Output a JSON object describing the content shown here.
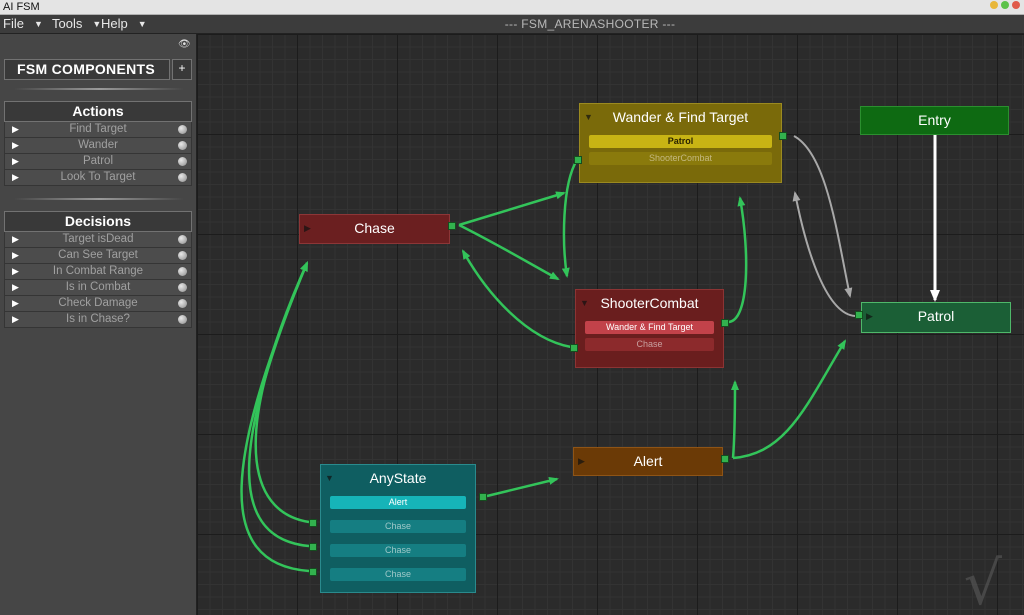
{
  "window": {
    "title": "AI FSM"
  },
  "menus": [
    {
      "label": "File"
    },
    {
      "label": "Tools"
    },
    {
      "label": "Help"
    }
  ],
  "graph_title": "--- FSM_ARENASHOOTER ---",
  "sidebar": {
    "title": "FSM COMPONENTS",
    "add_label": "+",
    "actions_title": "Actions",
    "actions": [
      "Find Target",
      "Wander",
      "Patrol",
      "Look To Target"
    ],
    "decisions_title": "Decisions",
    "decisions": [
      "Target isDead",
      "Can See Target",
      "In Combat Range",
      "Is in Combat",
      "Check Damage",
      "Is in Chase?"
    ]
  },
  "nodes": {
    "wander": {
      "title": "Wander & Find Target",
      "slots": [
        "Patrol",
        "ShooterCombat"
      ]
    },
    "entry": {
      "title": "Entry"
    },
    "chase": {
      "title": "Chase"
    },
    "shooter": {
      "title": "ShooterCombat",
      "slots": [
        "Wander & Find Target",
        "Chase"
      ]
    },
    "patrol": {
      "title": "Patrol"
    },
    "alert": {
      "title": "Alert"
    },
    "anystate": {
      "title": "AnyState",
      "slots": [
        "Alert",
        "Chase",
        "Chase",
        "Chase"
      ]
    }
  },
  "colors": {
    "edge": "#33c45a",
    "edge_gray": "#a8a8a8",
    "edge_white": "#ffffff",
    "wander": "#7a6a0a",
    "entry": "#0e6a12",
    "chase": "#6b1f20",
    "shooter": "#6a1e1e",
    "patrol": "#1b5f36",
    "alert": "#6b3a06",
    "anystate": "#0f5e61"
  }
}
